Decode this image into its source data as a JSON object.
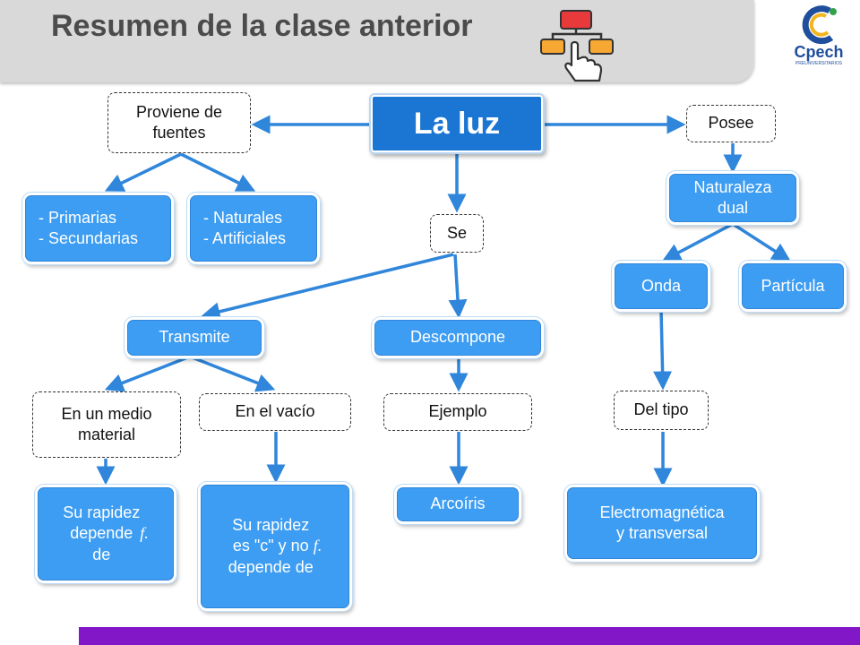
{
  "header": {
    "title": "Resumen de la clase anterior",
    "icon": "hand-click-diagram-icon"
  },
  "logo": {
    "name": "Cpech",
    "subtitle": "PREUNIVERSITARIOS"
  },
  "nodes": {
    "la_luz": "La luz",
    "proviene": "Proviene de\nfuentes",
    "primarias": "- Primarias\n- Secundarias",
    "naturales": "- Naturales\n- Artificiales",
    "posee": "Posee",
    "naturaleza": "Naturaleza\ndual",
    "onda": "Onda",
    "particula": "Partícula",
    "del_tipo": "Del tipo",
    "electromagnetica": "Electromagnética\ny transversal",
    "se": "Se",
    "transmite": "Transmite",
    "descompone": "Descompone",
    "medio_material": "En un medio\nmaterial",
    "vacio": "En el vacío",
    "ejemplo": "Ejemplo",
    "arcoiris": "Arcoíris",
    "rapidez_material_text": "Su rapidez\ndepende\nde ",
    "rapidez_vacio_text": "Su rapidez\nes \"c\" y no\ndepende de\n",
    "f_symbol": "f."
  },
  "colors": {
    "node_blue": "#3d9df2",
    "main_blue": "#1a76d2",
    "arrow": "#2f86da",
    "bar_purple": "#8217c8",
    "title_bg": "#d9d9d9"
  }
}
